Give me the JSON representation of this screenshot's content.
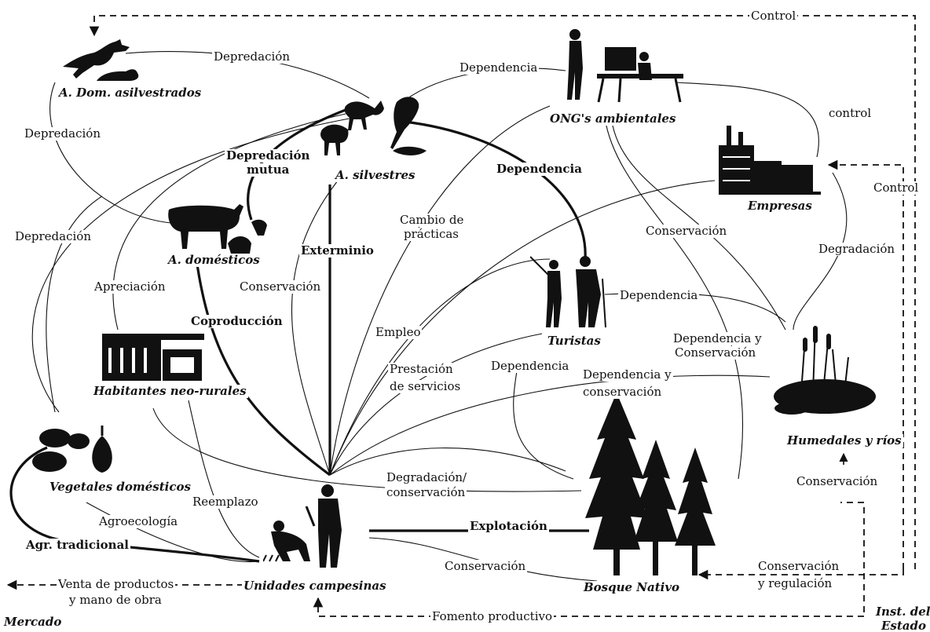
{
  "colors": {
    "ink": "#111111",
    "background": "#ffffff"
  },
  "nodes": {
    "dom_asilvestrados": "A. Dom. asilvestrados",
    "silvestres": "A. silvestres",
    "ong": "ONG's ambientales",
    "empresas": "Empresas",
    "domesticos": "A. domésticos",
    "turistas": "Turistas",
    "neorurales": "Habitantes neo-rurales",
    "humedales": "Humedales y ríos",
    "vegetales": "Vegetales domésticos",
    "campesinas": "Unidades campesinas",
    "bosque": "Bosque Nativo",
    "mercado": "Mercado",
    "inst1": "Inst. del",
    "inst2": "Estado"
  },
  "relations": {
    "control_top": "Control",
    "depredacion_top": "Depredación",
    "dependencia_top": "Dependencia",
    "control_ong": "control",
    "depredacion_left": "Depredación",
    "depredacion_mutua1": "Depredación",
    "depredacion_mutua2": "mutua",
    "dependencia_bold": "Dependencia",
    "control_right": "Control",
    "cambio1": "Cambio de",
    "cambio2": "prácticas",
    "conservacion_empresas": "Conservación",
    "depredacion_left2": "Depredación",
    "exterminio": "Exterminio",
    "degradacion": "Degradación",
    "apreciacion": "Apreciación",
    "conservacion_mid": "Conservación",
    "dependencia_tur": "Dependencia",
    "coproduccion": "Coproducción",
    "empleo": "Empleo",
    "dep_cons1_a": "Dependencia y",
    "dep_cons1_b": "Conservación",
    "prestacion1": "Prestación",
    "prestacion2": "de servicios",
    "dependencia_bosque": "Dependencia",
    "dep_cons2_a": "Dependencia y",
    "dep_cons2_b": "conservación",
    "degradacion_cons1": "Degradación/",
    "degradacion_cons2": "conservación",
    "reemplazo": "Reemplazo",
    "conservacion_hum": "Conservación",
    "agroecologia": "Agroecología",
    "explotacion": "Explotación",
    "agr_tradicional": "Agr. tradicional",
    "conservacion_low": "Conservación",
    "cons_reg1": "Conservación",
    "cons_reg2": "y regulación",
    "venta1": "Venta de productos",
    "venta2": "y mano de obra",
    "fomento": "Fomento productivo"
  }
}
